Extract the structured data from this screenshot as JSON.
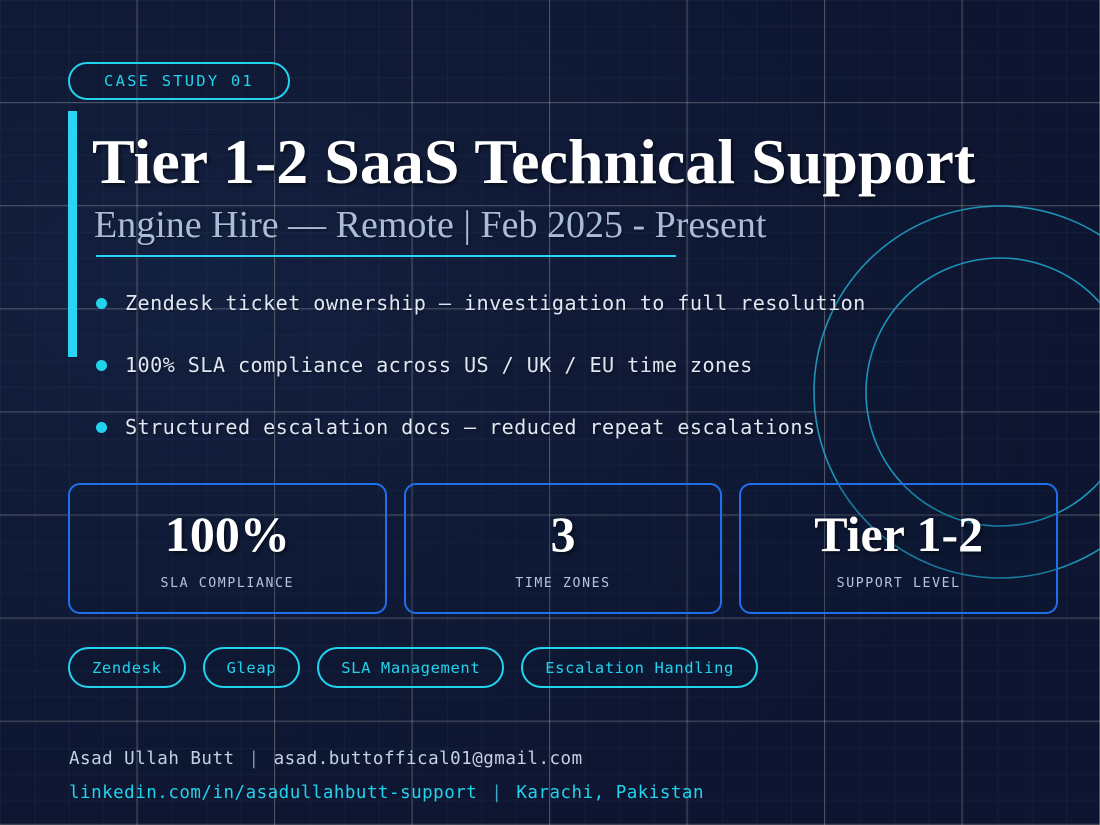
{
  "badge": {
    "label": "CASE STUDY 01"
  },
  "header": {
    "title": "Tier 1-2 SaaS Technical Support",
    "subtitle": "Engine Hire — Remote  |  Feb 2025 - Present"
  },
  "bullets": [
    {
      "text": "Zendesk ticket ownership — investigation to full resolution"
    },
    {
      "text": "100% SLA compliance across US / UK / EU time zones"
    },
    {
      "text": "Structured escalation docs — reduced repeat escalations"
    }
  ],
  "stats": [
    {
      "value": "100%",
      "label": "SLA COMPLIANCE"
    },
    {
      "value": "3",
      "label": "TIME ZONES"
    },
    {
      "value": "Tier 1-2",
      "label": "SUPPORT LEVEL"
    }
  ],
  "tags": [
    {
      "label": "Zendesk"
    },
    {
      "label": "Gleap"
    },
    {
      "label": "SLA Management"
    },
    {
      "label": "Escalation Handling"
    }
  ],
  "footer": {
    "name": "Asad Ullah Butt",
    "separator1": "|",
    "email": "asad.buttoffical01@gmail.com",
    "linkedin": "linkedin.com/in/asadullahbutt-support",
    "separator2": "|",
    "location": "Karachi, Pakistan"
  },
  "colors": {
    "background": "#0e1a38",
    "accent_cyan": "#22d3ee",
    "accent_blue": "#1f6feb",
    "text_primary": "#ffffff",
    "text_secondary": "#a9bdd9",
    "grid_line": "#c6c8be"
  }
}
